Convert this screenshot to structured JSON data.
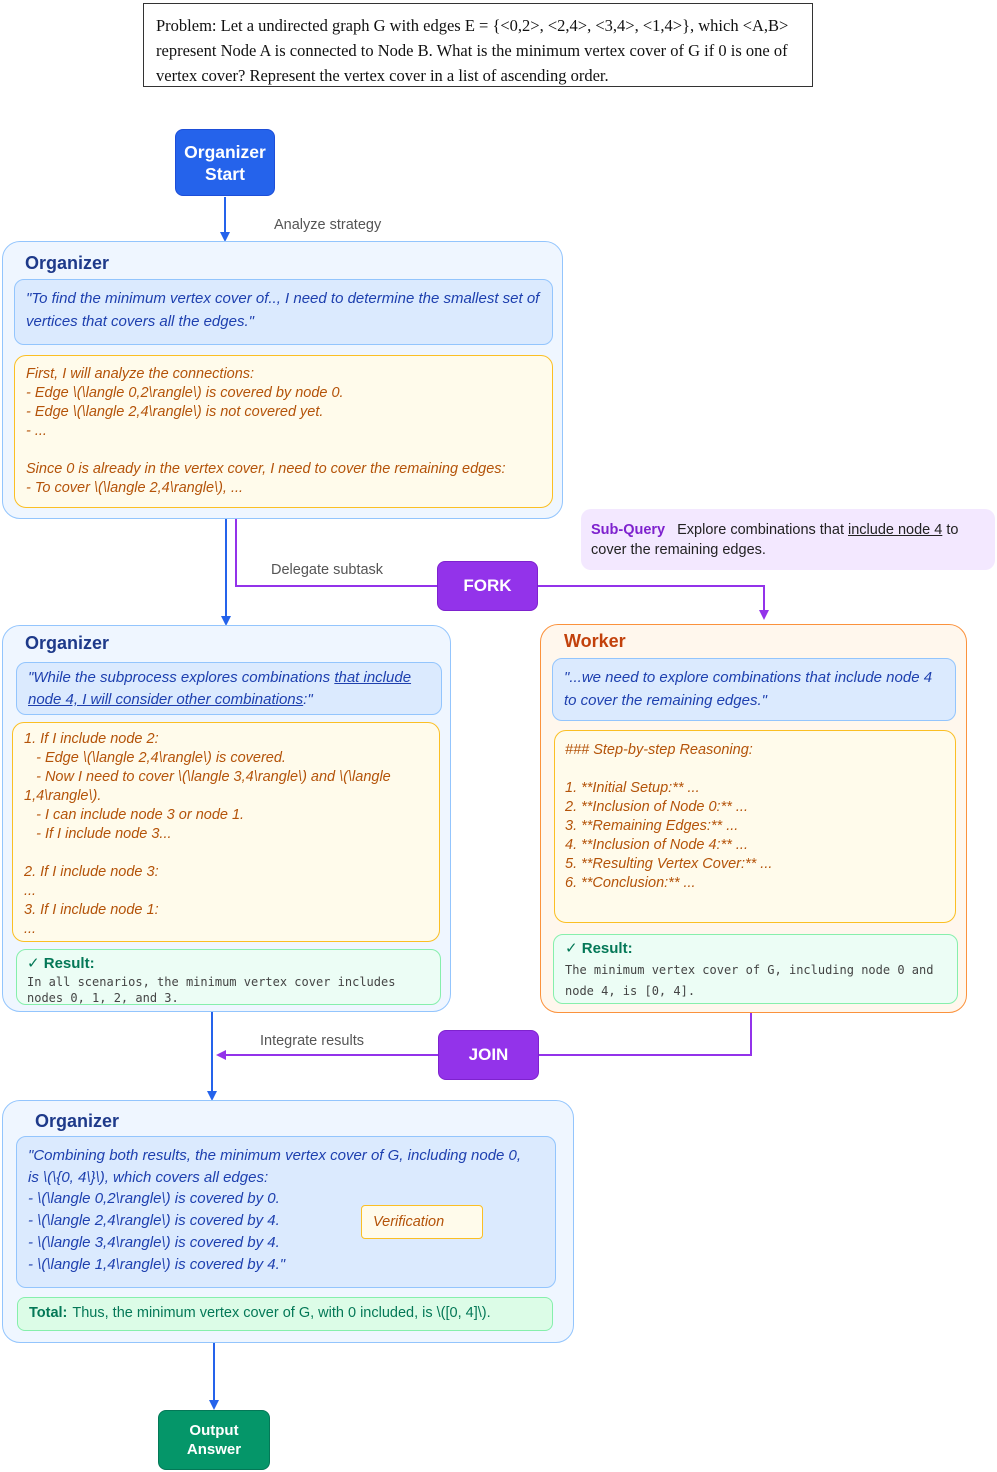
{
  "problem": "Problem: Let a undirected graph G with edges E = {<0,2>, <2,4>, <3,4>, <1,4>}, which <A,B> represent Node A is connected to Node B. What is the minimum vertex cover of G if 0 is one of vertex cover? Represent the vertex cover in a list of ascending order.",
  "start": {
    "line1": "Organizer",
    "line2": "Start"
  },
  "edges": {
    "analyze": "Analyze strategy",
    "delegate": "Delegate subtask",
    "fork": "FORK",
    "integrate": "Integrate results",
    "join": "JOIN"
  },
  "subquery": {
    "label": "Sub-Query",
    "text_before": "Explore combinations that ",
    "text_underlined": "include node 4",
    "text_after": " to cover the remaining edges."
  },
  "organizer1": {
    "title": "Organizer",
    "quote": "\"To find the minimum vertex cover of.., I need to determine the smallest set of vertices that covers all the edges.\"",
    "reasoning": "First, I will analyze the connections:\n- Edge \\(\\langle 0,2\\rangle\\) is covered by node 0.\n- Edge \\(\\langle 2,4\\rangle\\) is not covered yet.\n- ...\n\nSince 0 is already in the vertex cover, I need to cover the remaining edges:\n- To cover \\(\\langle 2,4\\rangle\\), ..."
  },
  "organizer2": {
    "title": "Organizer",
    "quote_before": "\"While the subprocess explores combinations ",
    "quote_underlined": "that include node 4, I will consider other combinations",
    "quote_after": ":\"",
    "reasoning": "1. If I include node 2:\n   - Edge \\(\\langle 2,4\\rangle\\) is covered.\n   - Now I need to cover \\(\\langle 3,4\\rangle\\) and \\(\\langle 1,4\\rangle\\).\n   - I can include node 3 or node 1.\n   - If I include node 3...\n\n2. If I include node 3:\n...\n3. If I include node 1:\n...",
    "result_label": "✓ Result:",
    "result_text": "In all scenarios, the minimum vertex cover includes nodes 0, 1, 2, and 3."
  },
  "worker": {
    "title": "Worker",
    "quote": "\"...we need to explore combinations that include node 4 to cover the remaining edges.\"",
    "reasoning": "### Step-by-step Reasoning:\n\n1. **Initial Setup:** ...\n2. **Inclusion of Node 0:** ...\n3. **Remaining Edges:** ...\n4. **Inclusion of Node 4:** ...\n5. **Resulting Vertex Cover:** ...\n6. **Conclusion:** ...",
    "result_label": "✓ Result:",
    "result_text": "The minimum vertex cover of G, including node 0 and node 4, is [0, 4]."
  },
  "organizer3": {
    "title": "Organizer",
    "quote_lines": [
      "\"Combining both results, the minimum vertex cover of G, including node 0,",
      "is \\(\\{0, 4\\}\\), which covers all edges:",
      "- \\(\\langle 0,2\\rangle\\) is covered by 0.",
      "- \\(\\langle 2,4\\rangle\\) is covered by 4.",
      "- \\(\\langle 3,4\\rangle\\) is covered by 4.",
      "- \\(\\langle 1,4\\rangle\\) is covered by 4.\""
    ],
    "verification": "Verification",
    "total_label": "Total:",
    "total_text": "Thus, the minimum vertex cover of G, with 0 included, is \\([0, 4]\\)."
  },
  "output": {
    "line1": "Output",
    "line2": "Answer"
  },
  "colors": {
    "organizer_blue": "#2563eb",
    "fork_purple": "#9333ea",
    "output_green": "#059669",
    "worker_orange": "#fb923c"
  }
}
